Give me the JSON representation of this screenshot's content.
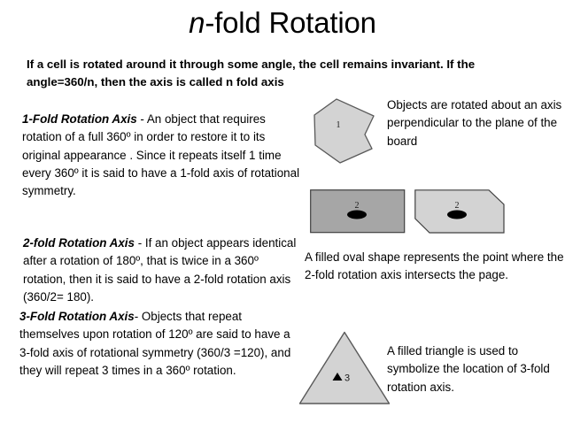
{
  "slide": {
    "title_italic": "n",
    "title_rest": "-fold Rotation",
    "intro": "If a cell is rotated around it through some angle, the cell remains invariant. If the angle=360/n, then the axis is called n fold axis"
  },
  "definitions": [
    {
      "id": "one-fold",
      "lead": "1-Fold Rotation Axis",
      "text": " - An object that requires rotation of a full 360º in order to restore it to its original appearance .  Since it repeats itself 1 time every 360º it is said to have a 1-fold axis of rotational symmetry."
    },
    {
      "id": "two-fold",
      "lead": "2-fold Rotation Axis",
      "text": " - If an object appears identical after a rotation of 180º, that is twice in a 360º rotation, then it is said to have a 2-fold rotation axis (360/2= 180)."
    },
    {
      "id": "three-fold",
      "lead": "3-Fold Rotation Axis",
      "text": "- Objects that repeat themselves upon rotation of 120º are said to have a 3-fold axis of rotational symmetry (360/3 =120), and they will repeat 3 times in a 360º rotation."
    }
  ],
  "notes": [
    {
      "id": "axis-note",
      "text": "Objects are rotated about an axis perpendicular to the plane of the board"
    },
    {
      "id": "oval-note",
      "text": "A filled oval shape represents the point where the 2-fold rotation axis intersects the page."
    },
    {
      "id": "triangle-note",
      "text": "A filled triangle is used to symbolize the location of 3-fold rotation axis."
    }
  ],
  "figures": {
    "blob": {
      "label": "1",
      "fill": "#D3D3D3",
      "stroke": "#595959"
    },
    "rectangle": {
      "label": "2",
      "fill": "#A6A6A6",
      "stroke": "#404040",
      "marker": "oval"
    },
    "hexagon": {
      "label": "2",
      "fill": "#D3D3D3",
      "stroke": "#404040",
      "marker": "oval"
    },
    "triangle": {
      "label": "3",
      "fill": "#D3D3D3",
      "stroke": "#595959",
      "marker": "triangle"
    }
  }
}
